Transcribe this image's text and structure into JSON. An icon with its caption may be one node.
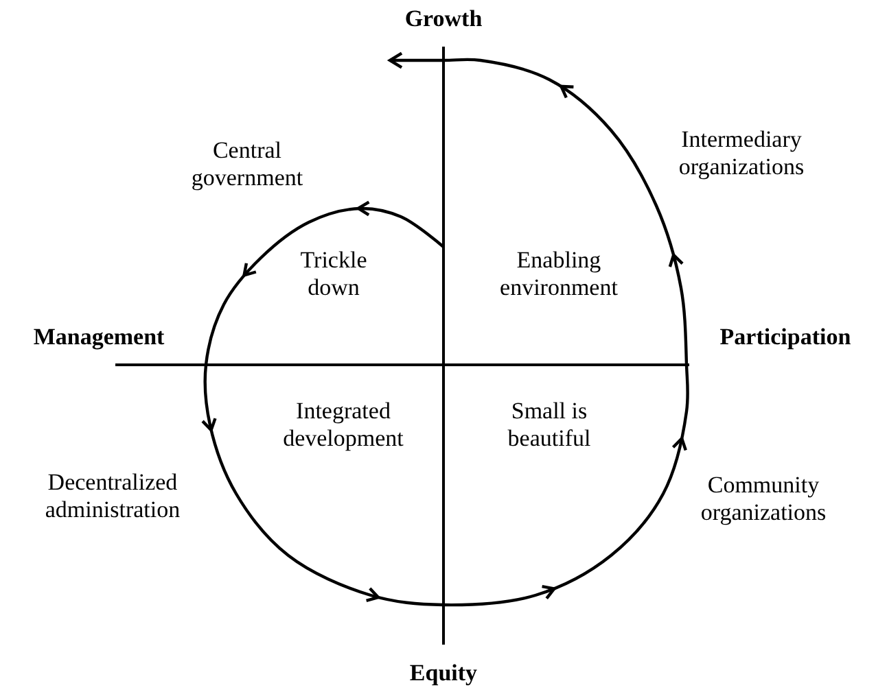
{
  "diagram": {
    "labels": [
      "Growth",
      "Central government",
      "Intermediary organizations",
      "Trickle down",
      "Enabling environment",
      "Management",
      "Participation",
      "Integrated development",
      "Small is beautiful",
      "Decentralized administration",
      "Community organizations",
      "Equity"
    ]
  }
}
